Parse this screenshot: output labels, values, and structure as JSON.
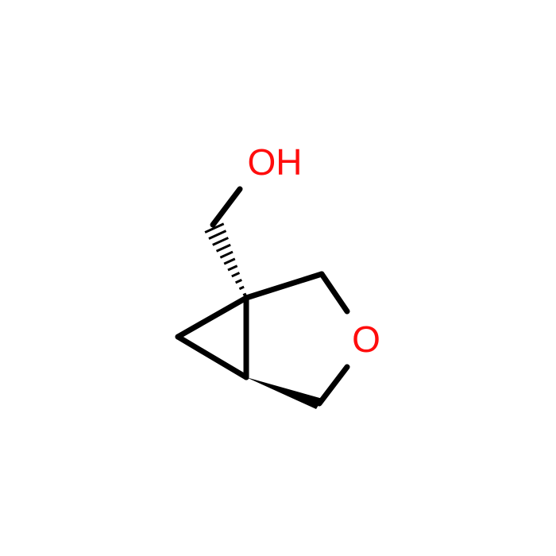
{
  "molecule": {
    "atoms": [
      {
        "id": "oh",
        "label": "OH",
        "color": "#ff0d0d"
      },
      {
        "id": "ring_o",
        "label": "O",
        "color": "#ff0d0d"
      }
    ],
    "bond_color": "#000000"
  }
}
